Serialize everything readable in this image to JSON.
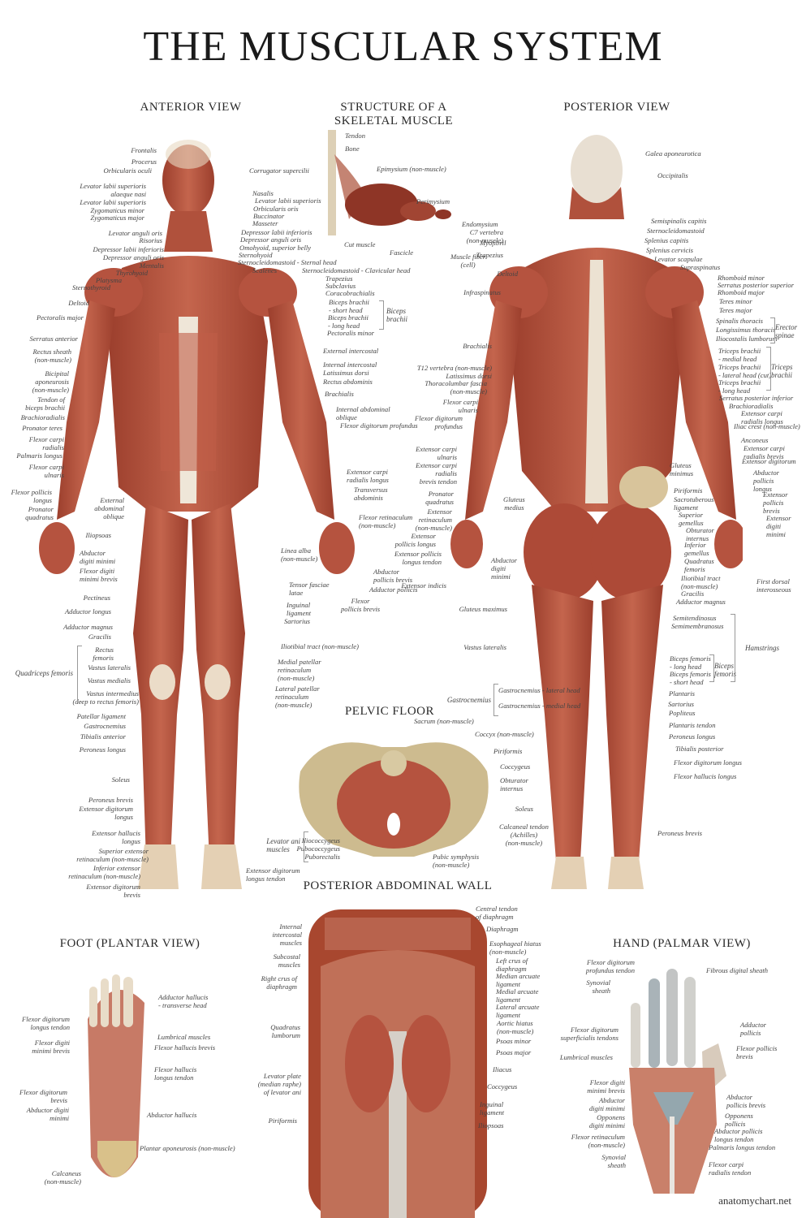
{
  "title": "THE MUSCULAR SYSTEM",
  "colors": {
    "muscle": "#b5533f",
    "muscle_dark": "#8e3526",
    "tendon": "#ede3d6",
    "bone": "#c9b48a",
    "text": "#444444"
  },
  "anterior": {
    "title": "ANTERIOR VIEW",
    "left_labels": [
      "Frontalis",
      "Procerus",
      "Orbicularis oculi",
      "Levator labii superioris\nalaeque nasi",
      "Levator labii superioris",
      "Zygomaticus minor",
      "Zygomaticus major",
      "Levator anguli oris",
      "Risorius",
      "Depressor labii inferioris",
      "Depressor anguli oris",
      "Mentalis",
      "Thyrohyoid",
      "Platysma",
      "Sternothyroid",
      "Deltoid",
      "Pectoralis major",
      "Serratus anterior",
      "Rectus sheath\n(non-muscle)",
      "Bicipital\naponeurosis\n(non-muscle)",
      "Tendon of\nbiceps brachii",
      "Brachioradialis",
      "Pronator teres",
      "Flexor carpi\nradialis",
      "Palmaris longus",
      "Flexor carpi\nulnaris",
      "Flexor pollicis\nlongus",
      "Pronator\nquadratus",
      "External\nabdominal\noblique",
      "Iliopsoas",
      "Abductor\ndigiti minimi",
      "Flexor digiti\nminimi brevis",
      "Pectineus",
      "Adductor longus",
      "Adductor magnus",
      "Gracilis",
      "Rectus\nfemoris",
      "Vastus lateralis",
      "Vastus medialis",
      "Vastus intermedius\n(deep to rectus femoris)",
      "Patellar ligament",
      "Gastrocnemius",
      "Tibialis anterior",
      "Peroneus longus",
      "Soleus",
      "Peroneus brevis",
      "Extensor digitorum\nlongus",
      "Extensor hallucis\nlongus",
      "Superior extensor\nretinaculum (non-muscle)",
      "Inferior extensor\nretinaculum (non-muscle)",
      "Extensor digitorum\nbrevis"
    ],
    "right_labels": [
      "Corrugator supercilii",
      "Nasalis",
      "Levator labii superioris",
      "Orbicularis oris",
      "Buccinator",
      "Masseter",
      "Depressor labii inferioris",
      "Depressor anguli oris",
      "Omohyoid, superior belly",
      "Sternohyoid",
      "Sternocleidomastoid - Sternal head",
      "Scalenes",
      "Sternocleidomastoid - Clavicular head",
      "Trapezius",
      "Subclavius",
      "Coracobrachialis",
      "Biceps brachii\n- short head",
      "Biceps brachii\n- long head",
      "Pectoralis minor",
      "External intercostal",
      "Internal intercostal",
      "Latissimus dorsi",
      "Rectus abdominis",
      "Brachialis",
      "Internal abdominal\noblique",
      "Flexor digitorum profundus",
      "Extensor carpi\nradialis longus",
      "Transversus\nabdominis",
      "Flexor retinaculum\n(non-muscle)",
      "Linea alba\n(non-muscle)",
      "Abductor\npollicis brevis",
      "Adductor pollicis",
      "Flexor\npollicis brevis",
      "Tensor fasciae\nlatae",
      "Inguinal\nligament",
      "Sartorius",
      "Iliotibial tract (non-muscle)",
      "Medial patellar\nretinaculum\n(non-muscle)",
      "Lateral patellar\nretinaculum\n(non-muscle)",
      "Extensor digitorum\nlongus tendon"
    ],
    "groups": {
      "quadriceps": "Quadriceps femoris",
      "biceps_brachii": "Biceps\nbrachii"
    }
  },
  "skeletal_muscle": {
    "title": "STRUCTURE OF A\nSKELETAL MUSCLE",
    "labels": [
      "Tendon",
      "Bone",
      "Epimysium (non-muscle)",
      "Perimysium",
      "Endomysium",
      "Myofibril",
      "Cut muscle",
      "Fascicle",
      "Muscle fiber\n(cell)"
    ]
  },
  "posterior": {
    "title": "POSTERIOR VIEW",
    "left_labels": [
      "C7 vertebra\n(non-muscle)",
      "Trapezius",
      "Deltoid",
      "Infraspinatus",
      "Brachialis",
      "T12 vertebra (non-muscle)",
      "Latissimus dorsi",
      "Thoracolumbar fascia\n(non-muscle)",
      "Flexor carpi\nulnaris",
      "Flexor digitorum\nprofundus",
      "Extensor carpi\nulnaris",
      "Extensor carpi\nradialis\nbrevis tendon",
      "Pronator\nquadratus",
      "Extensor\nretinaculum\n(non-muscle)",
      "Extensor\npollicis longus",
      "Extensor pollicis\nlongus tendon",
      "Extensor indicis",
      "Gluteus\nmedius",
      "Abductor\ndigiti\nminimi",
      "Gluteus maximus",
      "Vastus lateralis",
      "Gastrocnemius - lateral head",
      "Gastrocnemius - medial head",
      "Soleus",
      "Calcaneal tendon\n(Achilles)\n(non-muscle)"
    ],
    "right_labels": [
      "Galea aponeurotica",
      "Occipitalis",
      "Semispinalis capitis",
      "Sternocleidomastoid",
      "Splenius capitis",
      "Splenius cervicis",
      "Levator scapulae",
      "Supraspinatus",
      "Rhomboid minor",
      "Serratus posterior superior",
      "Rhomboid major",
      "Teres minor",
      "Teres major",
      "Spinalis thoracis",
      "Longissimus thoracis",
      "Iliocostalis lumborum",
      "Triceps brachii\n- medial head",
      "Triceps brachii\n- lateral head (cut)",
      "Triceps brachii\n- long head",
      "Serratus posterior inferior",
      "Brachioradialis",
      "Extensor carpi\nradialis longus",
      "Iliac crest (non-muscle)",
      "Anconeus",
      "Extensor carpi\nradialis brevis",
      "Extensor digitorum",
      "Gluteus\nminimus",
      "Abductor\npollicis\nlongus",
      "Extensor\npollicis\nbrevis",
      "Piriformis",
      "Sacrotuberous\nligament",
      "Extensor\ndigiti\nminimi",
      "Superior\ngemellus",
      "Obturator\ninternus",
      "Inferior\ngemellus",
      "Quadratus\nfemoris",
      "Iliotibial tract\n(non-muscle)",
      "First dorsal\ninterosseous",
      "Gracilis",
      "Adductor magnus",
      "Semitendinosus",
      "Semimembranosus",
      "Biceps femoris\n- long head",
      "Biceps femoris\n- short head",
      "Plantaris",
      "Sartorius",
      "Popliteus",
      "Plantaris tendon",
      "Peroneus longus",
      "Tibialis posterior",
      "Flexor digitorum longus",
      "Flexor hallucis longus",
      "Peroneus brevis"
    ],
    "groups": {
      "erector_spinae": "Erector\nspinae",
      "triceps": "Triceps\nbrachii",
      "hamstrings": "Hamstrings",
      "biceps_femoris": "Biceps\nfemoris",
      "gastrocnemius": "Gastrocnemius"
    }
  },
  "pelvic_floor": {
    "title": "PELVIC FLOOR",
    "labels": [
      "Sacrum (non-muscle)",
      "Coccyx (non-muscle)",
      "Piriformis",
      "Coccygeus",
      "Obturator\ninternus",
      "Iliococcygeus",
      "Pubococcygeus",
      "Puborectalis",
      "Pubic symphysis\n(non-muscle)"
    ],
    "group": "Levator ani\nmuscles"
  },
  "abdominal_wall": {
    "title": "POSTERIOR ABDOMINAL WALL",
    "left_labels": [
      "Internal\nintercostal\nmuscles",
      "Subcostal\nmuscles",
      "Right crus of\ndiaphragm",
      "Quadratus\nlumborum",
      "Levator plate\n(median raphe)\nof levator ani",
      "Piriformis"
    ],
    "right_labels": [
      "Central tendon\nof diaphragm",
      "Diaphragm",
      "Esophageal hiatus\n(non-muscle)",
      "Left crus of\ndiaphragm",
      "Median arcuate\nligament",
      "Medial arcuate\nligament",
      "Lateral arcuate\nligament",
      "Aortic hiatus\n(non-muscle)",
      "Psoas minor",
      "Psoas major",
      "Iliacus",
      "Coccygeus",
      "Inguinal\nligament",
      "Iliopsoas"
    ]
  },
  "foot": {
    "title": "FOOT (PLANTAR VIEW)",
    "left_labels": [
      "Flexor digitorum\nlongus tendon",
      "Flexor digiti\nminimi brevis",
      "Flexor digitorum\nbrevis",
      "Abductor digiti\nminimi",
      "Calcaneus\n(non-muscle)"
    ],
    "right_labels": [
      "Adductor hallucis\n- transverse head",
      "Lumbrical muscles",
      "Flexor hallucis brevis",
      "Flexor hallucis\nlongus tendon",
      "Abductor hallucis",
      "Plantar aponeurosis (non-muscle)"
    ]
  },
  "hand": {
    "title": "HAND (PALMAR VIEW)",
    "left_labels": [
      "Flexor digitorum\nprofundus tendon",
      "Synovial\nsheath",
      "Flexor digitorum\nsuperficialis tendons",
      "Lumbrical muscles",
      "Flexor digiti\nminimi brevis",
      "Abductor\ndigiti minimi",
      "Opponens\ndigiti minimi",
      "Flexor retinaculum\n(non-muscle)",
      "Synovial\nsheath"
    ],
    "right_labels": [
      "Fibrous digital sheath",
      "Adductor\npollicis",
      "Flexor pollicis\nbrevis",
      "Abductor\npollicis brevis",
      "Opponens\npollicis",
      "Abductor pollicis\nlongus tendon",
      "Palmaris longus tendon",
      "Flexor carpi\nradialis tendon"
    ]
  },
  "credit": "anatomychart.net"
}
